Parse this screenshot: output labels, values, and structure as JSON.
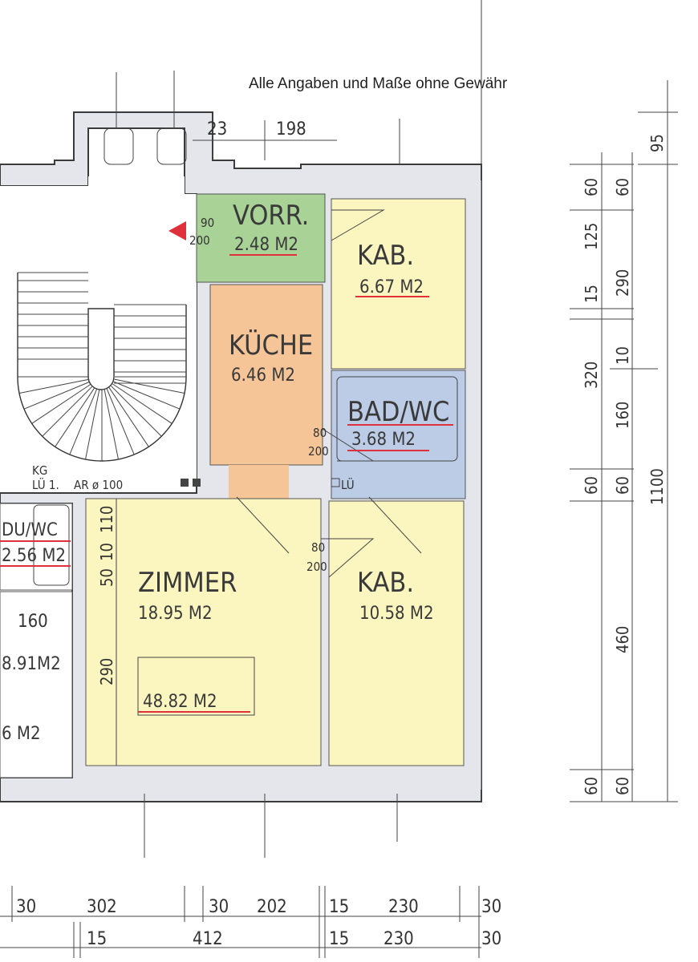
{
  "disclaimer": "Alle Angaben und Maße ohne Gewähr",
  "rooms": {
    "vorr": {
      "name": "VORR.",
      "area": "2.48 M2"
    },
    "kab_top": {
      "name": "KAB.",
      "area": "6.67 M2"
    },
    "kueche": {
      "name": "KÜCHE",
      "area": "6.46 M2"
    },
    "bad": {
      "name": "BAD/WC",
      "area": "3.68 M2"
    },
    "zimmer": {
      "name": "ZIMMER",
      "area": "18.95 M2"
    },
    "kab_bottom": {
      "name": "KAB.",
      "area": "10.58 M2"
    },
    "duwc": {
      "name": "DU/WC",
      "area": "2.56 M2"
    },
    "total": {
      "area": "48.82 M2"
    },
    "neighbor_a": {
      "area": "8.91M2"
    },
    "neighbor_b": {
      "area": "6 M2"
    },
    "neighbor_dim": {
      "value": "160"
    }
  },
  "doors": {
    "entry_w": "90",
    "entry_h": "200",
    "kueche_w": "80",
    "kueche_h": "200",
    "zimmer_w": "80",
    "zimmer_h": "200"
  },
  "stair_labels": {
    "kg": "KG",
    "lue1": "LÜ 1.",
    "ar": "AR ø 100",
    "lue2": "LÜ"
  },
  "dim_top": {
    "a": "23",
    "b": "198"
  },
  "dim_bottom_1": [
    "30",
    "302",
    "30",
    "202",
    "15",
    "230",
    "30"
  ],
  "dim_bottom_2": [
    "15",
    "412",
    "15",
    "230",
    "30"
  ],
  "dim_right_col1": [
    "60",
    "125",
    "15",
    "320",
    "60",
    "60"
  ],
  "dim_right_col2": [
    "60",
    "290",
    "10",
    "160",
    "60",
    "460",
    "60"
  ],
  "dim_right_col3": [
    "95",
    "1100"
  ],
  "dim_left_inner": [
    "110",
    "10",
    "50",
    "290"
  ],
  "colors": {
    "vorr": "#a9d396",
    "kab": "#fbf6bf",
    "kueche": "#f6c597",
    "bad": "#bccbe6",
    "zimmer": "#fbf6bf",
    "wall": "#e4e6ec",
    "marker": "#e0303a"
  }
}
